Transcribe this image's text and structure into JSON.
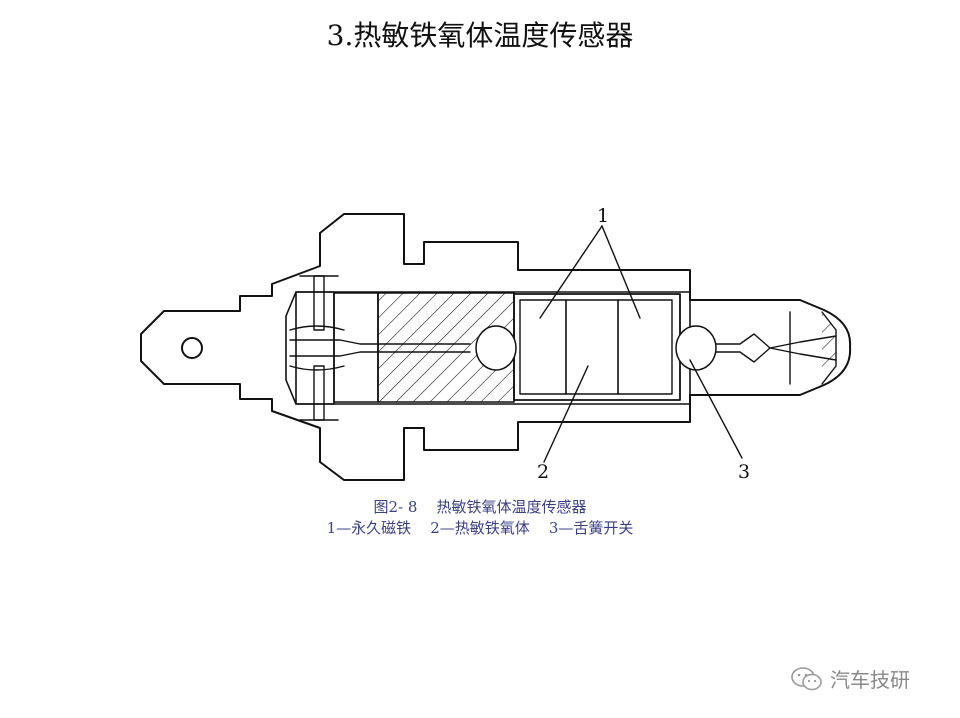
{
  "title": "3.热敏铁氧体温度传感器",
  "labels": {
    "part1": "1",
    "part2": "2",
    "part3": "3"
  },
  "caption": {
    "line1": "图2- 8    热敏铁氧体温度传感器",
    "line2": "1—永久磁铁    2—热敏铁氧体    3—舌簧开关"
  },
  "watermark": {
    "text": "汽车技研",
    "icon": "wechat-icon"
  },
  "colors": {
    "line": "#111111",
    "caption": "#3a3f8a",
    "watermark": "#888888"
  }
}
